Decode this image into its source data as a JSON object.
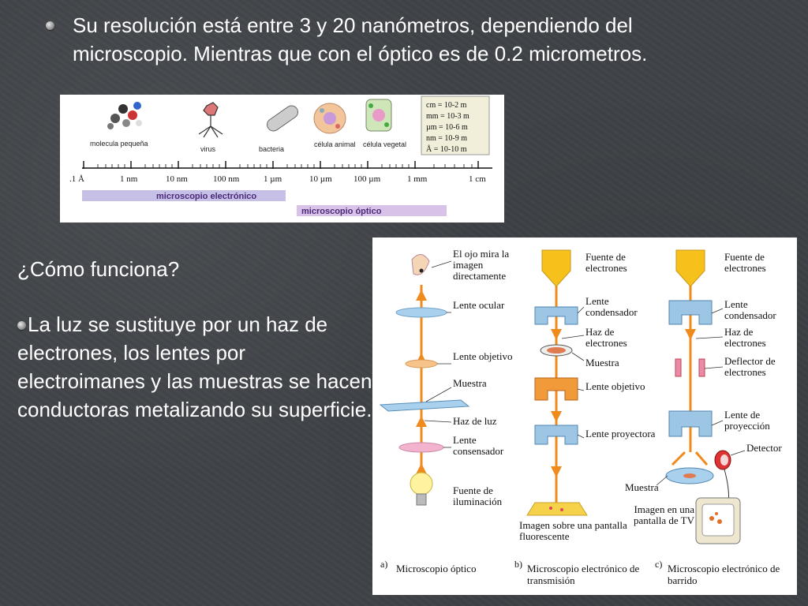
{
  "bullet1": "Su resolución está entre 3 y 20 nanómetros, dependiendo del microscopio. Mientras que con el óptico es de 0.2 micrometros.",
  "question": "¿Cómo funciona?",
  "bullet2": "La luz se sustituye por un haz de electrones, los lentes por electroimanes y las muestras se hacen conductoras metalizando su superficie.",
  "scale": {
    "items": [
      "molecula pequeña",
      "virus",
      "bacteria",
      "célula animal",
      "célula vegetal"
    ],
    "units": [
      "cm = 10-2 m",
      "mm = 10-3 m",
      "µm = 10-6 m",
      "nm = 10-9 m",
      "Å = 10-10 m"
    ],
    "ticks": [
      ".1 Å",
      "1 nm",
      "10 nm",
      "100 nm",
      "1 µm",
      "10 µm",
      "100 µm",
      "1 mm",
      "1 cm"
    ],
    "electron_label": "microscopio electrónico",
    "optical_label": "microscopio óptico"
  },
  "diagram": {
    "a": {
      "eye": "El ojo mira la imagen directamente",
      "ocular": "Lente ocular",
      "objective": "Lente objetivo",
      "sample": "Muestra",
      "beam": "Haz de luz",
      "condenser": "Lente consensador",
      "source": "Fuente de iluminación",
      "caption_letter": "a)",
      "caption": "Microscopio óptico"
    },
    "b": {
      "source": "Fuente de electrones",
      "condenser": "Lente condensador",
      "beam": "Haz de electrones",
      "sample": "Muestra",
      "objective": "Lente objetivo",
      "projector": "Lente proyectora",
      "screen": "Imagen sobre una pantalla fluorescente",
      "caption_letter": "b)",
      "caption": "Microscopio electrónico de transmisión"
    },
    "c": {
      "source": "Fuente de electrones",
      "condenser": "Lente condensador",
      "beam": "Haz de electrones",
      "deflector": "Deflector de electrones",
      "projection": "Lente de proyección",
      "detector": "Detector",
      "sample": "Muestra",
      "tv": "Imagen en una pantalla de TV",
      "caption_letter": "c)",
      "caption": "Microscopio electrónico de barrido"
    }
  },
  "colors": {
    "background": "#3f4347",
    "beam": "#f08a1a",
    "lens": "#9cc6e4",
    "electron_band": "#c7c0e6",
    "optical_band": "#d9c2e8"
  }
}
